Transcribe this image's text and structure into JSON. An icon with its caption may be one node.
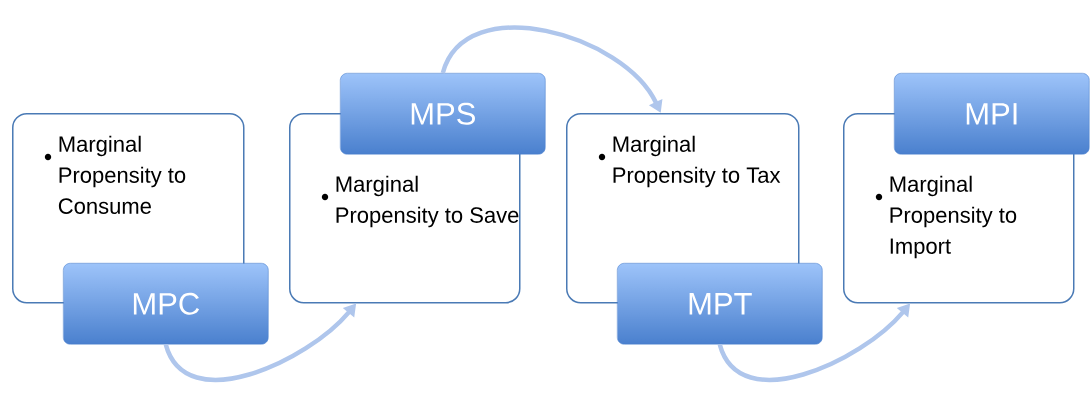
{
  "diagram": {
    "nodes": [
      {
        "text": [
          "Marginal Propensity to Consume"
        ]
      },
      {
        "text": [
          "MPC"
        ]
      },
      {
        "text": [
          "Marginal Propensity to Save"
        ]
      },
      {
        "text": [
          "MPS"
        ]
      },
      {
        "text": [
          "Marginal Propensity to Tax"
        ]
      },
      {
        "text": [
          "MPT"
        ]
      },
      {
        "text": [
          "Marginal Propensity to Import"
        ]
      },
      {
        "text": [
          "MPI"
        ]
      }
    ],
    "edges": [
      {
        "from": 1,
        "to": 2,
        "arrow": "to"
      },
      {
        "from": 3,
        "to": 4,
        "arrow": "to"
      },
      {
        "from": 5,
        "to": 6,
        "arrow": "to"
      }
    ]
  }
}
